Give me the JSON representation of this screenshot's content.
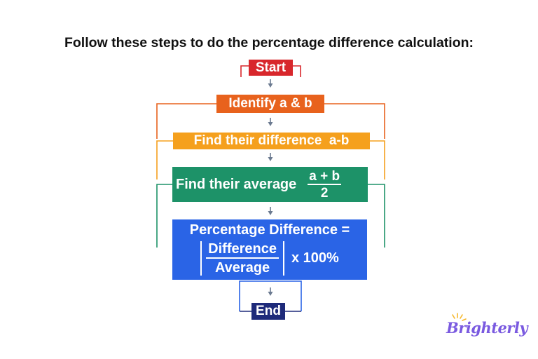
{
  "heading": "Follow these steps to do the percentage difference calculation:",
  "steps": {
    "start": "Start",
    "identify": "Identify a & b",
    "difference": "Find their difference  a-b",
    "average": {
      "label": "Find their average",
      "numerator": "a + b",
      "denominator": "2"
    },
    "percentage": {
      "title": "Percentage Difference =",
      "numerator": "Difference",
      "denominator": "Average",
      "multiplier": "x 100%"
    },
    "end": "End"
  },
  "logo": "Brighterly",
  "colors": {
    "start": "#d8272c",
    "identify": "#e8621d",
    "difference": "#f5a01d",
    "average": "#1d9268",
    "percentage": "#2a64e6",
    "end": "#1e2a7a",
    "arrow": "#6b7a90",
    "logo": "#7a5ae0",
    "logo_rays": "#f5b82e"
  }
}
